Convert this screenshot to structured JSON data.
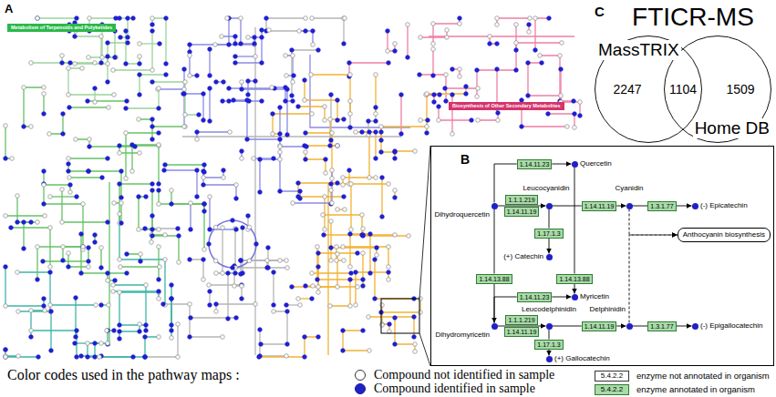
{
  "diagram": {
    "nodes": [
      {
        "text": [
          "Metabolism of Terpenoids and Polyketides"
        ]
      },
      {
        "text": [
          "Biosynthesis of Other Secondary Metabolites"
        ]
      },
      {
        "text": [
          "MassTRIX",
          "2247"
        ]
      },
      {
        "text": [
          "Home DB",
          "1509"
        ]
      },
      {
        "text": [
          "B"
        ]
      },
      {
        "text": [
          "Quercetin"
        ],
        "in": 4
      },
      {
        "text": [
          "1.14.11.23"
        ],
        "in": 4
      },
      {
        "text": [
          "Dihydroquercetin"
        ],
        "in": 4
      },
      {
        "text": [
          "1.1.1.219"
        ],
        "in": 4
      },
      {
        "text": [
          "Leucocyanidin"
        ],
        "in": 4
      },
      {
        "text": [
          "1.14.11.19"
        ],
        "in": 4
      },
      {
        "text": [
          "1.14.11.19"
        ],
        "in": 4
      },
      {
        "text": [
          "Cyanidin"
        ],
        "in": 4
      },
      {
        "text": [
          "1.3.1.77"
        ],
        "in": 4
      },
      {
        "text": [
          "(-) Epicatechin"
        ],
        "in": 4
      },
      {
        "text": [
          "Anthocyanin biosynthesis"
        ],
        "in": 4
      },
      {
        "text": [
          "1.17.1.3"
        ],
        "in": 4
      },
      {
        "text": [
          "(+) Catechin"
        ],
        "in": 4
      },
      {
        "text": [
          "1.14.13.88"
        ],
        "in": 4
      },
      {
        "text": [
          "1.14.13.88"
        ],
        "in": 4
      },
      {
        "text": [
          "Myricetin"
        ],
        "in": 4
      },
      {
        "text": [
          "1.14.11.23"
        ],
        "in": 4
      },
      {
        "text": [
          "Dihydromyricetin"
        ],
        "in": 4
      },
      {
        "text": [
          "Leucodelphinidin"
        ],
        "in": 4
      },
      {
        "text": [
          "1.1.1.219"
        ],
        "in": 4
      },
      {
        "text": [
          "Delphinidin"
        ],
        "in": 4
      },
      {
        "text": [
          "1.14.11.19"
        ],
        "in": 4
      },
      {
        "text": [
          "1.3.1.77"
        ],
        "in": 4
      },
      {
        "text": [
          "(-) Epigallocatechin"
        ],
        "in": 4
      },
      {
        "text": [
          "1.14.11.19"
        ],
        "in": 4
      },
      {
        "text": [
          "1.17.1.3"
        ],
        "in": 4
      },
      {
        "text": [
          "(+) Gallocatechin"
        ],
        "in": 4
      }
    ],
    "edges": [
      {
        "from": 7,
        "to": 6,
        "arrow": "none"
      },
      {
        "from": 6,
        "to": 5,
        "arrow": "to"
      },
      {
        "from": 7,
        "to": 9,
        "arrow": "to"
      },
      {
        "from": 9,
        "to": 11,
        "arrow": "none"
      },
      {
        "from": 11,
        "to": 12,
        "arrow": "to"
      },
      {
        "from": 12,
        "to": 13,
        "arrow": "none"
      },
      {
        "from": 13,
        "to": 14,
        "arrow": "to"
      },
      {
        "from": 12,
        "to": 15,
        "arrow": "to"
      },
      {
        "from": 9,
        "to": 16,
        "arrow": "none"
      },
      {
        "from": 16,
        "to": 17,
        "arrow": "to"
      },
      {
        "from": 7,
        "to": 18,
        "arrow": "none"
      },
      {
        "from": 18,
        "to": 22,
        "arrow": "to"
      },
      {
        "from": 5,
        "to": 19,
        "arrow": "none"
      },
      {
        "from": 19,
        "to": 20,
        "arrow": "to"
      },
      {
        "from": 22,
        "to": 21,
        "arrow": "none"
      },
      {
        "from": 21,
        "to": 20,
        "arrow": "to"
      },
      {
        "from": 22,
        "to": 23,
        "arrow": "to"
      },
      {
        "from": 23,
        "to": 26,
        "arrow": "none"
      },
      {
        "from": 26,
        "to": 25,
        "arrow": "to"
      },
      {
        "from": 25,
        "to": 27,
        "arrow": "none"
      },
      {
        "from": 27,
        "to": 28,
        "arrow": "to"
      },
      {
        "from": 25,
        "to": 15,
        "arrow": "to"
      },
      {
        "from": 23,
        "to": 30,
        "arrow": "none"
      },
      {
        "from": 30,
        "to": 31,
        "arrow": "to"
      }
    ],
    "labels": [
      "A",
      "C",
      "FTICR-MS",
      "1104",
      "Color codes used in the pathway maps :",
      "5.4.2.2",
      "5.4.2.2"
    ],
    "legend": [
      {
        "text": "Compound not identified in sample",
        "color": "#ffffff"
      },
      {
        "text": "Compound identified in sample",
        "color": "#2020c8"
      },
      {
        "text": "enzyme not annotated in organism",
        "color": "#ffffff"
      },
      {
        "text": "enzyme annotated in organism",
        "color": "#a8dba8"
      }
    ]
  }
}
